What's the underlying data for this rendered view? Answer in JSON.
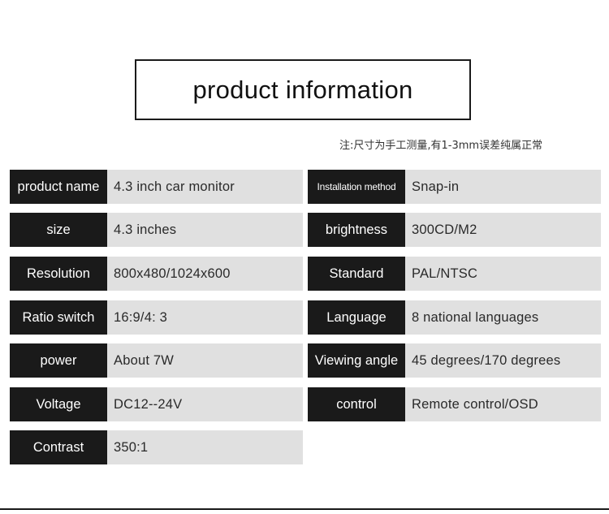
{
  "title": "product information",
  "note": "注:尺寸为手工测量,有1-3mm误差纯属正常",
  "specs_left": [
    {
      "label": "product name",
      "value": "4.3 inch car monitor"
    },
    {
      "label": "size",
      "value": "4.3 inches"
    },
    {
      "label": "Resolution",
      "value": "800x480/1024x600"
    },
    {
      "label": "Ratio switch",
      "value": "16:9/4: 3"
    },
    {
      "label": "power",
      "value": "About 7W"
    },
    {
      "label": "Voltage",
      "value": "DC12--24V"
    },
    {
      "label": "Contrast",
      "value": "350:1"
    }
  ],
  "specs_right": [
    {
      "label": "Installation method",
      "value": "Snap-in"
    },
    {
      "label": "brightness",
      "value": "300CD/M2"
    },
    {
      "label": "Standard",
      "value": "PAL/NTSC"
    },
    {
      "label": "Language",
      "value": "8 national languages"
    },
    {
      "label": "Viewing angle",
      "value": "45 degrees/170 degrees"
    },
    {
      "label": "control",
      "value": "Remote control/OSD"
    }
  ]
}
